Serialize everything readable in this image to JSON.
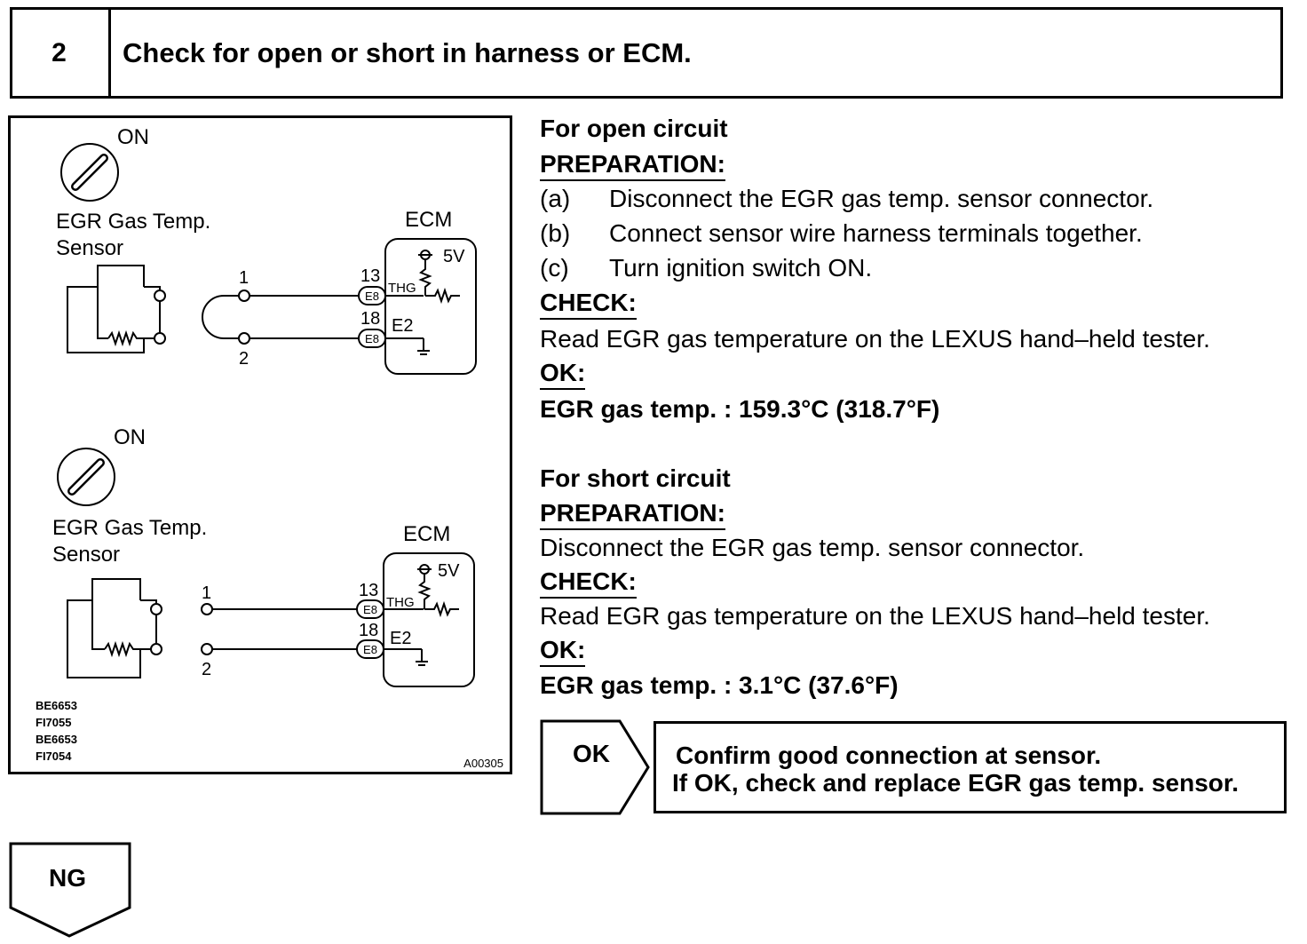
{
  "step": {
    "number": "2",
    "title": "Check for open or short in harness or ECM."
  },
  "diagram": {
    "top": {
      "switch_state": "ON",
      "sensor_label_1": "EGR Gas Temp.",
      "sensor_label_2": "Sensor",
      "ecm_label": "ECM",
      "supply": "5V",
      "pin_1": "1",
      "pin_2": "2",
      "pin_13": "13",
      "pin_18": "18",
      "connector_1": "E8",
      "connector_2": "E8",
      "signal_thg": "THG",
      "signal_e2": "E2"
    },
    "bottom": {
      "switch_state": "ON",
      "sensor_label_1": "EGR Gas Temp.",
      "sensor_label_2": "Sensor",
      "ecm_label": "ECM",
      "supply": "5V",
      "pin_1": "1",
      "pin_2": "2",
      "pin_13": "13",
      "pin_18": "18",
      "connector_1": "E8",
      "connector_2": "E8",
      "signal_thg": "THG",
      "signal_e2": "E2"
    },
    "refs": [
      "BE6653",
      "FI7055",
      "BE6653",
      "FI7054"
    ],
    "figure_id": "A00305"
  },
  "open_circuit": {
    "heading": "For open circuit",
    "preparation_label": "PREPARATION:",
    "steps": [
      {
        "label": "(a)",
        "text": "Disconnect the EGR gas temp. sensor connector."
      },
      {
        "label": "(b)",
        "text": "Connect sensor wire harness terminals together."
      },
      {
        "label": "(c)",
        "text": "Turn ignition switch ON."
      }
    ],
    "check_label": "CHECK:",
    "check_text": "Read EGR gas temperature on the LEXUS hand–held tester.",
    "ok_label": "OK:",
    "ok_value": "EGR gas temp. : 159.3°C (318.7°F)"
  },
  "short_circuit": {
    "heading": "For short circuit",
    "preparation_label": "PREPARATION:",
    "preparation_text": "Disconnect the EGR gas temp. sensor connector.",
    "check_label": "CHECK:",
    "check_text": "Read EGR gas temperature on the LEXUS hand–held tester.",
    "ok_label": "OK:",
    "ok_value": "EGR gas temp. : 3.1°C (37.6°F)"
  },
  "result_ok": {
    "label": "OK",
    "line1": "Confirm good connection at sensor.",
    "line2": "If OK, check and replace EGR gas temp. sensor."
  },
  "result_ng": {
    "label": "NG"
  }
}
